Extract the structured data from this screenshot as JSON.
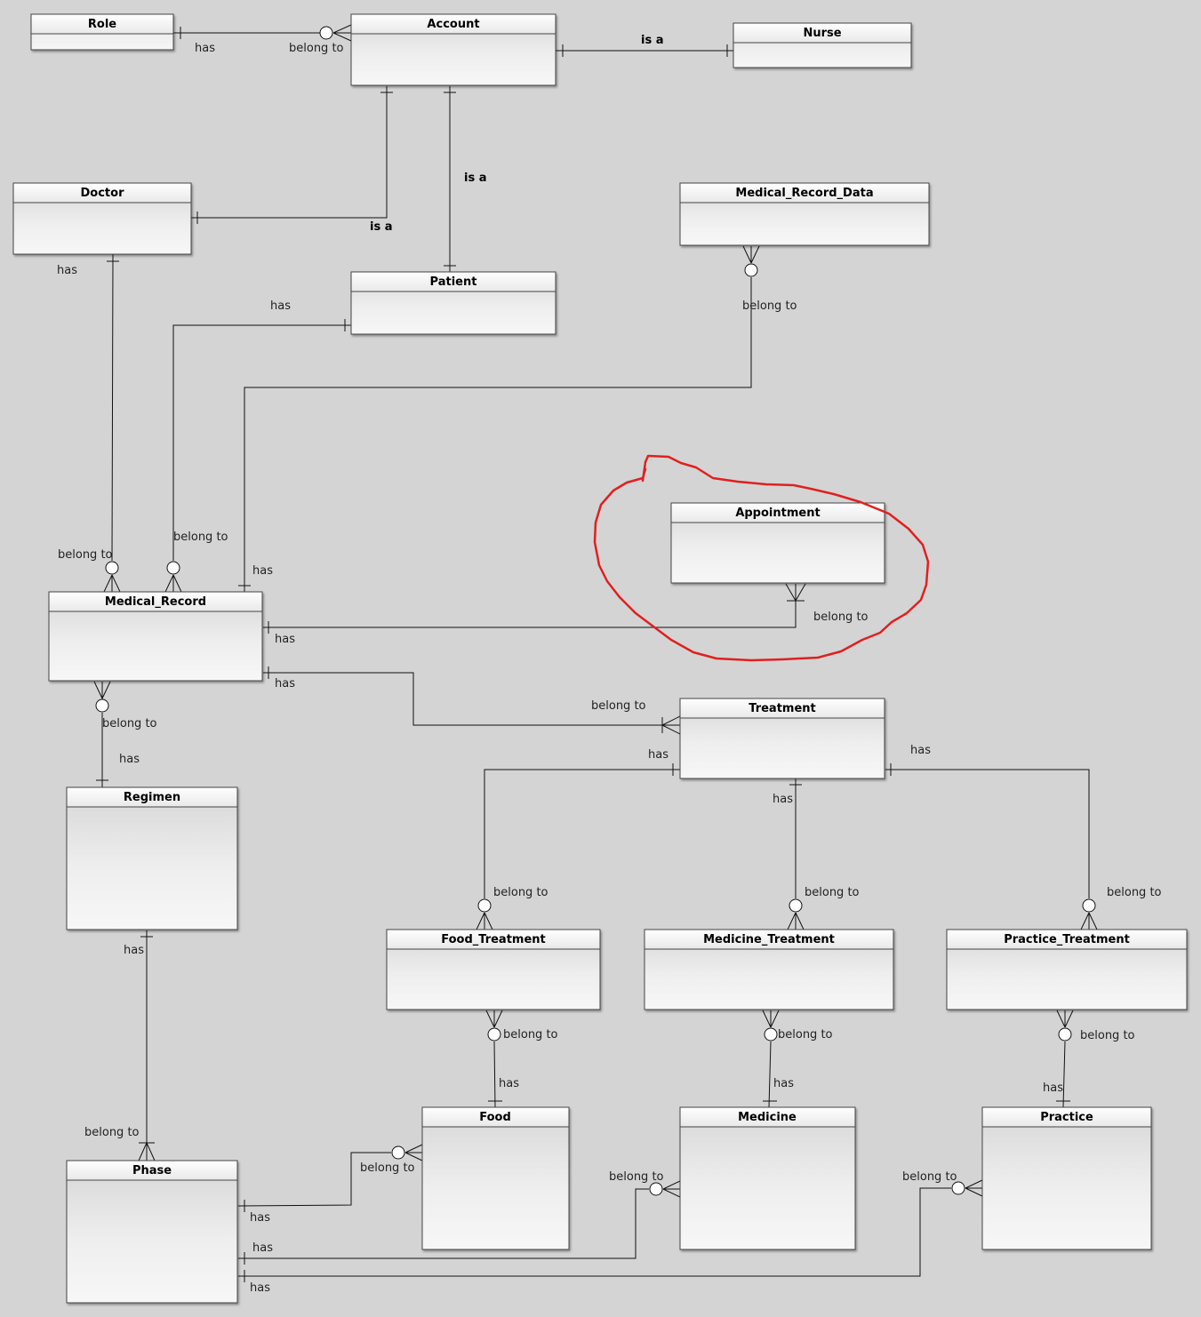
{
  "entities": {
    "role": "Role",
    "account": "Account",
    "nurse": "Nurse",
    "doctor": "Doctor",
    "medical_record_data": "Medical_Record_Data",
    "patient": "Patient",
    "appointment": "Appointment",
    "medical_record": "Medical_Record",
    "treatment": "Treatment",
    "regimen": "Regimen",
    "food_treatment": "Food_Treatment",
    "medicine_treatment": "Medicine_Treatment",
    "practice_treatment": "Practice_Treatment",
    "food": "Food",
    "medicine": "Medicine",
    "practice": "Practice",
    "phase": "Phase"
  },
  "labels": {
    "has": "has",
    "belong_to": "belong to",
    "is_a": "is a"
  },
  "annotation": {
    "color": "#e02020"
  }
}
